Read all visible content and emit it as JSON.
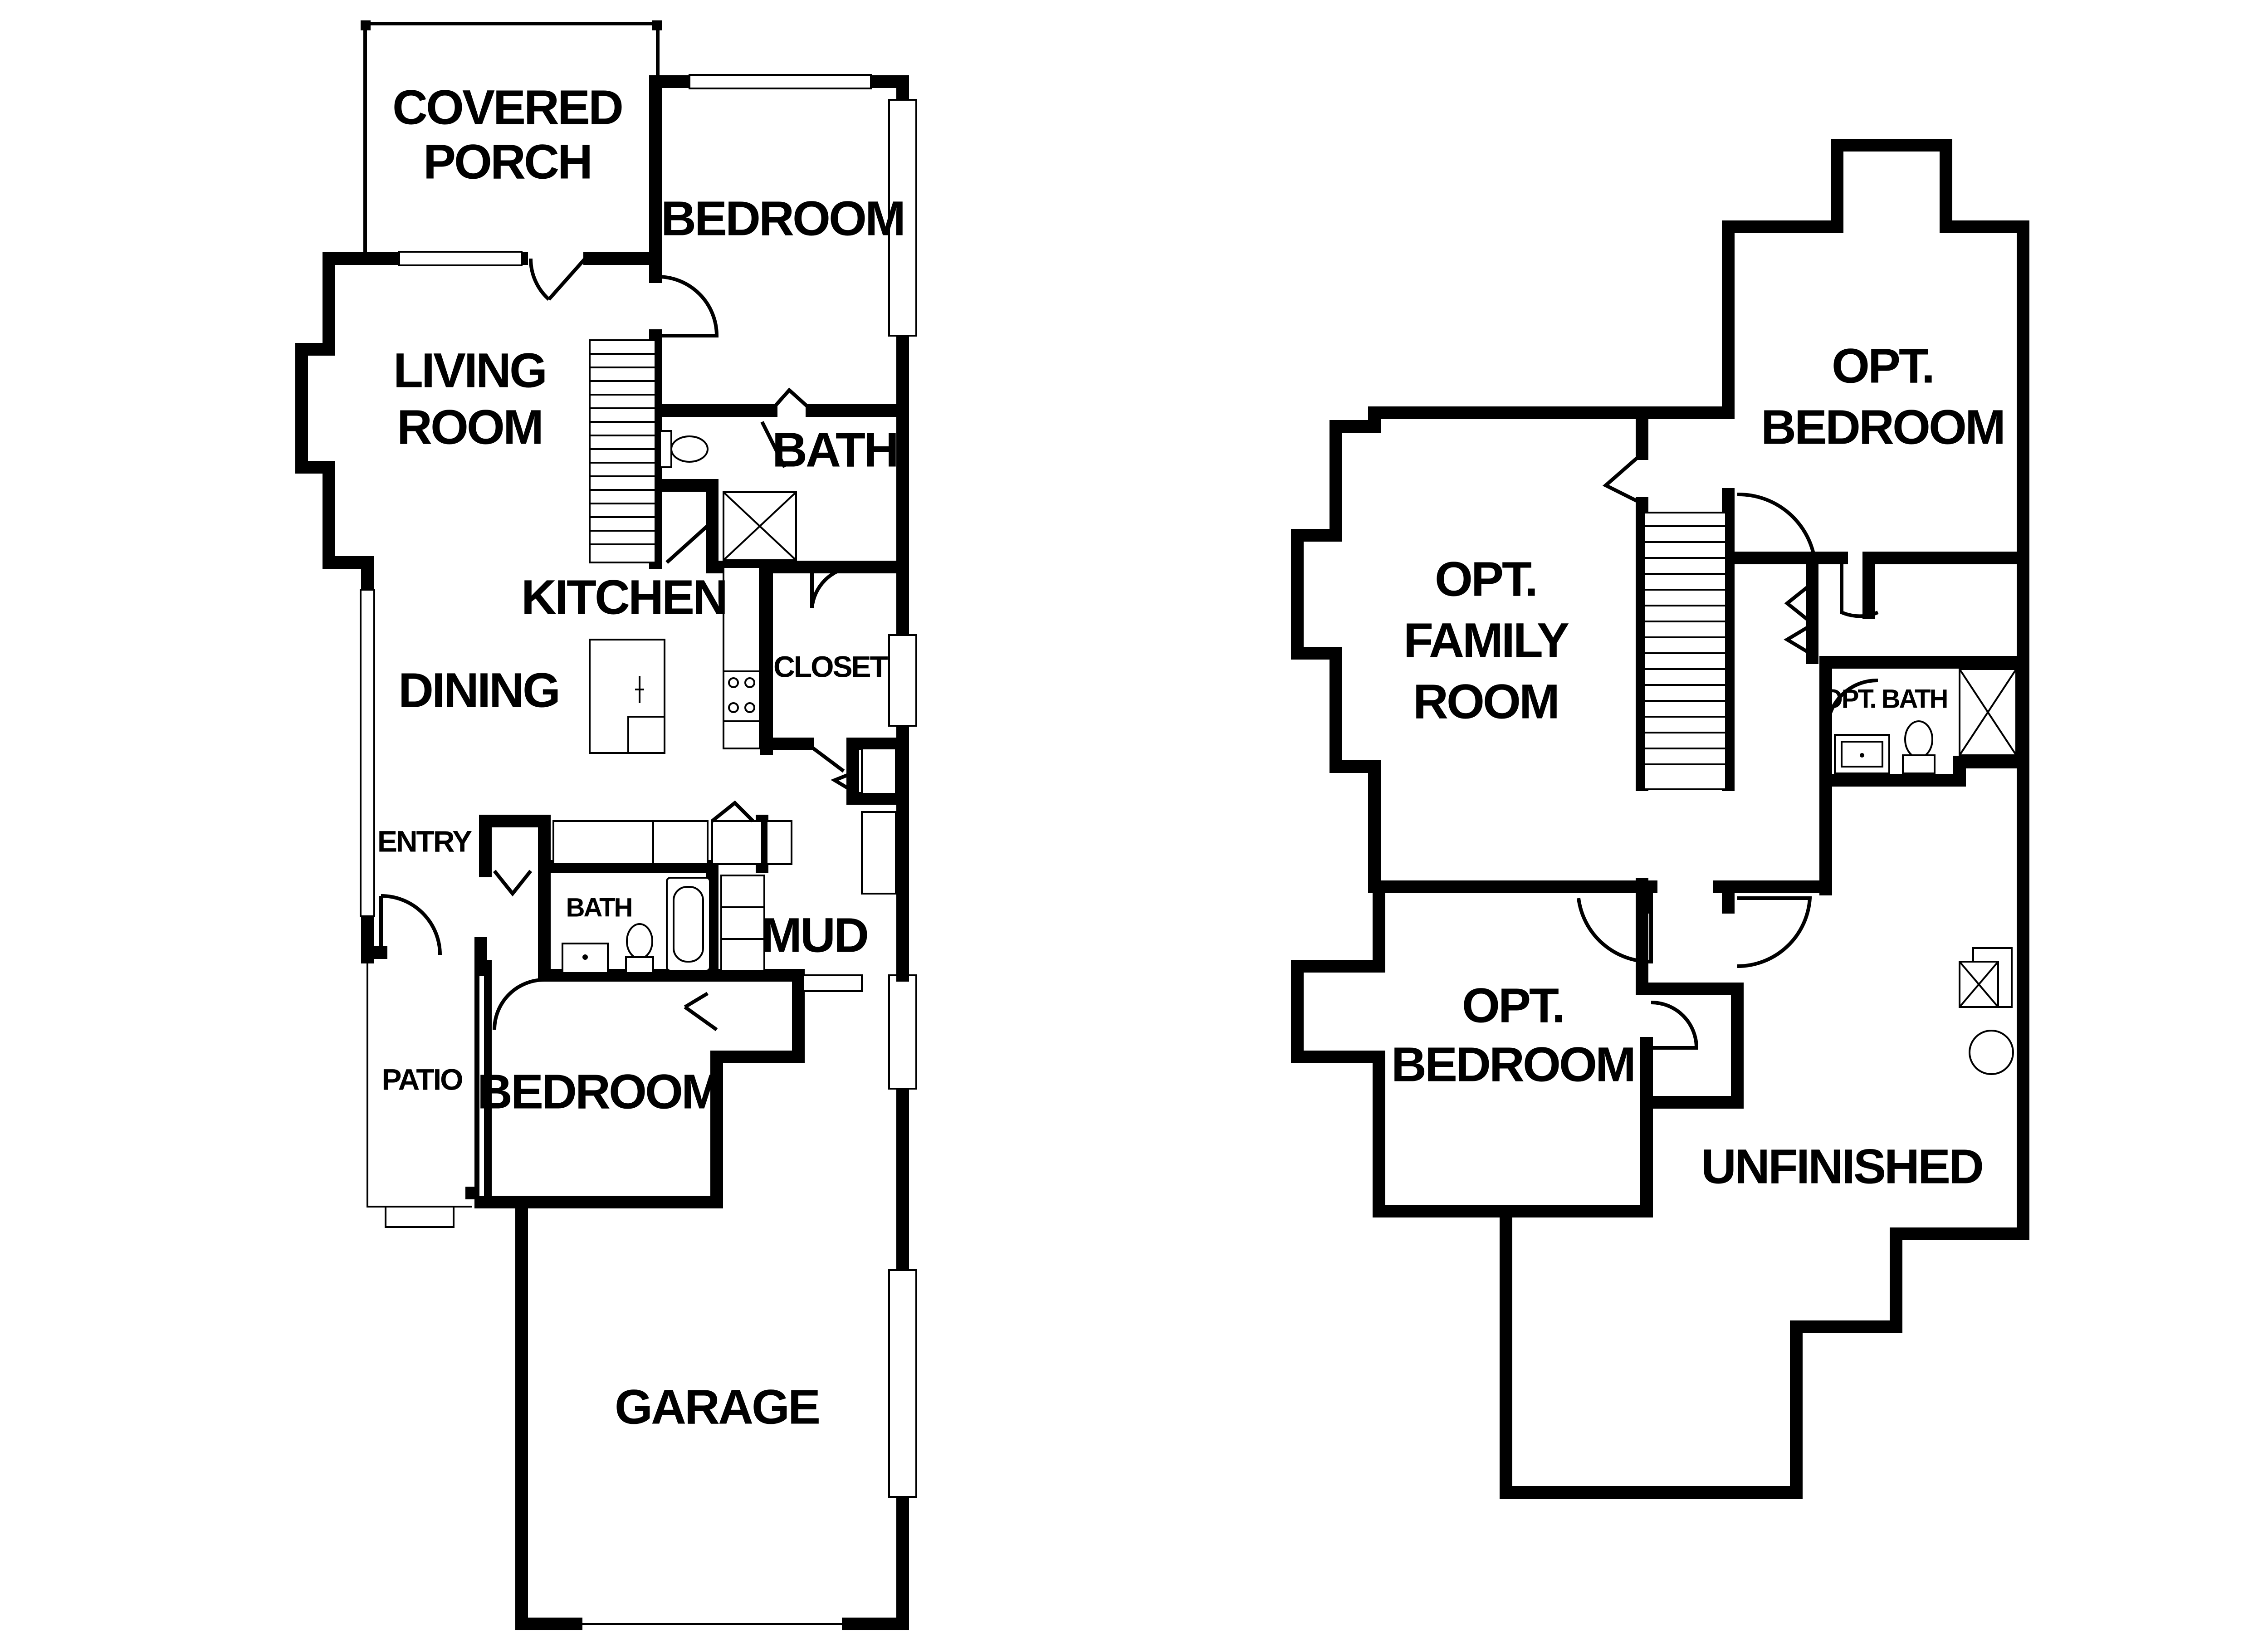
{
  "main_floor": {
    "covered_porch": [
      "COVERED",
      "PORCH"
    ],
    "bedroom_top": "BEDROOM",
    "living_room": [
      "LIVING",
      "ROOM"
    ],
    "bath_top": "BATH",
    "kitchen": "KITCHEN",
    "dining": "DINING",
    "closet": "CLOSET",
    "entry": "ENTRY",
    "bath_small": "BATH",
    "mud": "MUD",
    "patio": "PATIO",
    "bedroom_bottom": "BEDROOM",
    "garage": "GARAGE"
  },
  "lower_floor": {
    "opt_bedroom_top": [
      "OPT.",
      "BEDROOM"
    ],
    "opt_family_room": [
      "OPT.",
      "FAMILY",
      "ROOM"
    ],
    "opt_bath": "OPT. BATH",
    "opt_bedroom_bottom": [
      "OPT.",
      "BEDROOM"
    ],
    "unfinished": "UNFINISHED"
  }
}
